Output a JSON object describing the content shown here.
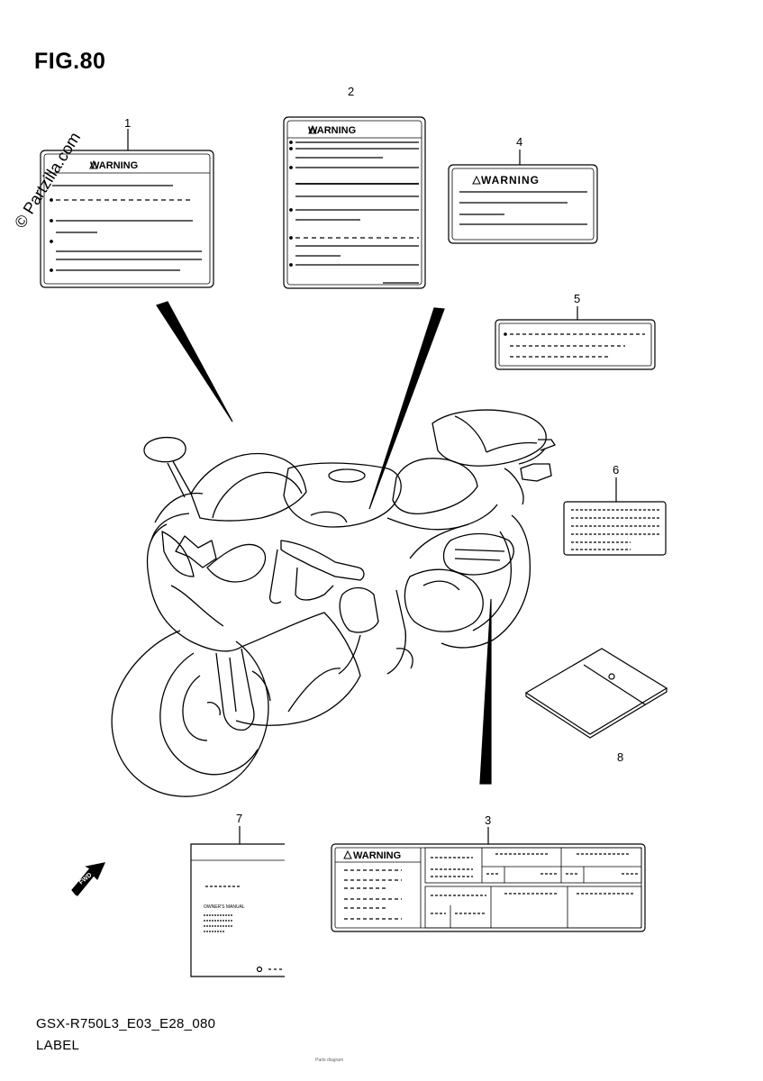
{
  "figure": {
    "title": "FIG.80",
    "watermark": "© Partzilla.com",
    "model_code": "GSX-R750L3_E03_E28_080",
    "caption": "LABEL",
    "footnote": "Parts diagram"
  },
  "warning_text": "WARNING",
  "owners_manual_text": "OWNER'S MANUAL",
  "fwd_text": "FWD",
  "callouts": [
    {
      "number": "1",
      "part": "label-warning-1"
    },
    {
      "number": "2",
      "part": "label-warning-2"
    },
    {
      "number": "3",
      "part": "label-info-3"
    },
    {
      "number": "4",
      "part": "label-warning-4"
    },
    {
      "number": "5",
      "part": "label-5"
    },
    {
      "number": "6",
      "part": "label-6"
    },
    {
      "number": "7",
      "part": "owners-manual-7"
    },
    {
      "number": "8",
      "part": "manual-sheet-8"
    }
  ],
  "icons": [
    "warning-triangle-icon",
    "fwd-arrow-icon",
    "motorcycle-outline"
  ]
}
